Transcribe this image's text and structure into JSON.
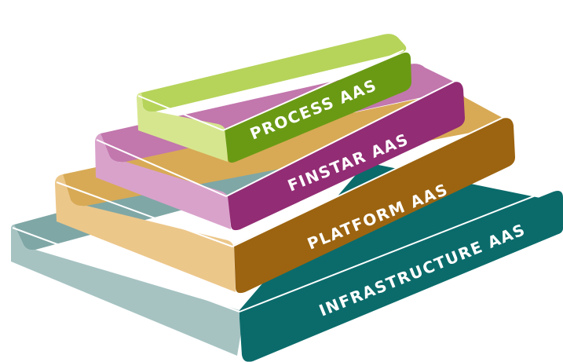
{
  "layers": [
    {
      "id": "infrastructure",
      "label": "INFRASTRUCTURE AAS",
      "colors": {
        "top": "#7fa7a6",
        "left": "#a6c3c2",
        "front": "#0b6b6b",
        "edge": "#ffffff"
      }
    },
    {
      "id": "platform",
      "label": "PLATFORM AAS",
      "colors": {
        "top": "#d8aa55",
        "left": "#ecc78a",
        "front": "#9c6410",
        "edge": "#ffffff"
      }
    },
    {
      "id": "finstar",
      "label": "FINSTAR AAS",
      "colors": {
        "top": "#c277ad",
        "left": "#d9a2cb",
        "front": "#922c74",
        "edge": "#ffffff"
      }
    },
    {
      "id": "process",
      "label": "PROCESS AAS",
      "colors": {
        "top": "#b6d45a",
        "left": "#d6e68f",
        "front": "#6a9a14",
        "edge": "#ffffff"
      }
    }
  ]
}
